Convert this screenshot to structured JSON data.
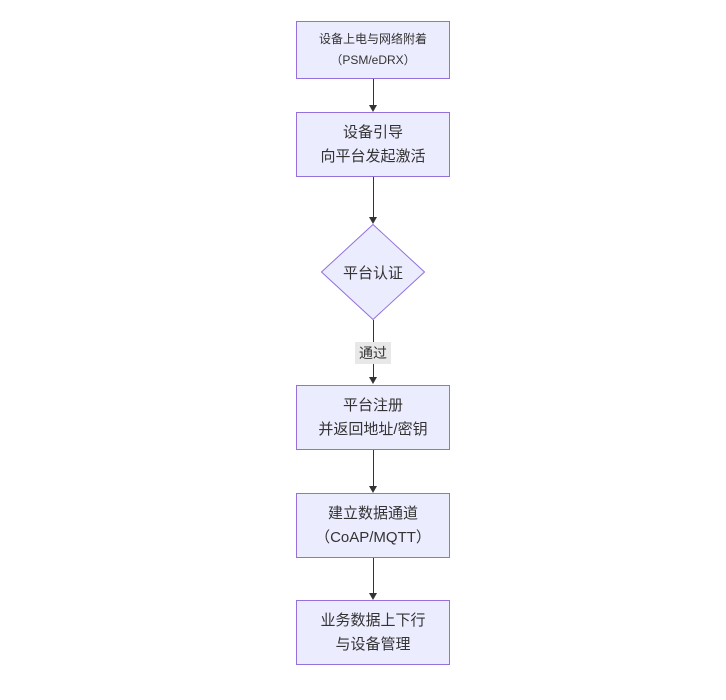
{
  "diagram": {
    "type": "flowchart",
    "direction": "top-down",
    "colors": {
      "background": "#ffffff",
      "node-fill": "#ECECFF",
      "node-border": "#9370DB",
      "text": "#333333",
      "arrow": "#333333",
      "edge-label-bg": "#e8e8e8"
    },
    "nodes": [
      {
        "id": "power-attach",
        "shape": "rect",
        "lines": [
          "设备上电与网络附着",
          "（PSM/eDRX）"
        ]
      },
      {
        "id": "bootstrap",
        "shape": "rect",
        "lines": [
          "设备引导",
          "向平台发起激活"
        ]
      },
      {
        "id": "platform-auth",
        "shape": "diamond",
        "lines": [
          "平台认证"
        ]
      },
      {
        "id": "platform-register",
        "shape": "rect",
        "lines": [
          "平台注册",
          "并返回地址/密钥"
        ]
      },
      {
        "id": "data-channel",
        "shape": "rect",
        "lines": [
          "建立数据通道",
          "（CoAP/MQTT）"
        ]
      },
      {
        "id": "business-data",
        "shape": "rect",
        "lines": [
          "业务数据上下行",
          "与设备管理"
        ]
      }
    ],
    "edges": [
      {
        "from": "power-attach",
        "to": "bootstrap",
        "label": ""
      },
      {
        "from": "bootstrap",
        "to": "platform-auth",
        "label": ""
      },
      {
        "from": "platform-auth",
        "to": "platform-register",
        "label": "通过"
      },
      {
        "from": "platform-register",
        "to": "data-channel",
        "label": ""
      },
      {
        "from": "data-channel",
        "to": "business-data",
        "label": ""
      }
    ]
  }
}
